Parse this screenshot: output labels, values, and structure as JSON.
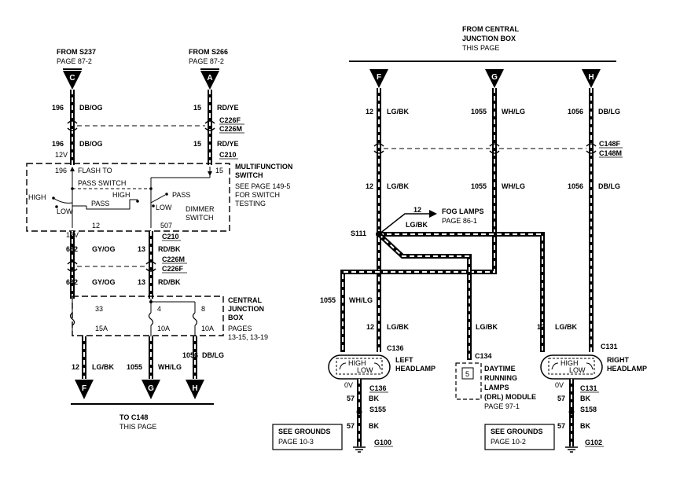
{
  "left": {
    "src_c": {
      "title": "FROM S237",
      "page": "PAGE 87-2",
      "pin": "C"
    },
    "src_a": {
      "title": "FROM S266",
      "page": "PAGE 87-2",
      "pin": "A"
    },
    "w196_top": {
      "circuit": "196",
      "color": "DB/OG"
    },
    "w15_top": {
      "circuit": "15",
      "color": "RD/YE"
    },
    "c226_top": {
      "f": "C226F",
      "m": "C226M"
    },
    "w196_mid": {
      "circuit": "196",
      "color": "DB/OG"
    },
    "w15_mid": {
      "circuit": "15",
      "color": "RD/YE"
    },
    "c210_top": "C210",
    "v12_a": "12V",
    "mfs": {
      "pin196": "196",
      "pin15": "15",
      "flash_to": "FLASH TO",
      "pass_switch": "PASS SWITCH",
      "high_l": "HIGH",
      "low_l": "LOW",
      "pass_l": "PASS",
      "high_r": "HIGH",
      "pass_r": "PASS",
      "low_r": "LOW",
      "dimmer": "DIMMER",
      "switch": "SWITCH",
      "pin12": "12",
      "pin507": "507",
      "title1": "MULTIFUNCTION",
      "title2": "SWITCH",
      "note1": "SEE PAGE 149-5",
      "note2": "FOR SWITCH",
      "note3": "TESTING"
    },
    "v12_b": "12V",
    "c210_bot": "C210",
    "w632_a": {
      "circuit": "632",
      "color": "GY/OG"
    },
    "w13_a": {
      "circuit": "13",
      "color": "RD/BK"
    },
    "c226_bot": {
      "m": "C226M",
      "f": "C226F"
    },
    "w632_b": {
      "circuit": "632",
      "color": "GY/OG"
    },
    "w13_b": {
      "circuit": "13",
      "color": "RD/BK"
    },
    "cjb": {
      "t1": "CENTRAL",
      "t2": "JUNCTION",
      "t3": "BOX",
      "t4": "PAGES",
      "t5": "13-15, 13-19",
      "f33": "33",
      "f4": "4",
      "f8": "8",
      "a15": "15A",
      "a10a": "10A",
      "a10b": "10A"
    },
    "w12_out": {
      "circuit": "12",
      "color": "LG/BK"
    },
    "w1055_out": {
      "circuit": "1055",
      "color": "WH/LG"
    },
    "w1056_out": {
      "circuit": "1056",
      "color": "DB/LG"
    },
    "out_f": "F",
    "out_g": "G",
    "out_h": "H",
    "to1": "TO C148",
    "to2": "THIS PAGE"
  },
  "right": {
    "from1": "FROM CENTRAL",
    "from2": "JUNCTION BOX",
    "from3": "THIS PAGE",
    "in_f": "F",
    "in_g": "G",
    "in_h": "H",
    "wf_top": {
      "circuit": "12",
      "color": "LG/BK"
    },
    "wg_top": {
      "circuit": "1055",
      "color": "WH/LG"
    },
    "wh_top": {
      "circuit": "1056",
      "color": "DB/LG"
    },
    "c148": {
      "f": "C148F",
      "m": "C148M"
    },
    "wf_mid": {
      "circuit": "12",
      "color": "LG/BK"
    },
    "wg_mid": {
      "circuit": "1055",
      "color": "WH/LG"
    },
    "wh_mid": {
      "circuit": "1056",
      "color": "DB/LG"
    },
    "fog": {
      "circuit": "12",
      "color": "LG/BK",
      "title": "FOG LAMPS",
      "page": "PAGE 86-1"
    },
    "s111": "S111",
    "w1055_l": {
      "circuit": "1055",
      "color": "WH/LG"
    },
    "w12_l": {
      "circuit": "12",
      "color": "LG/BK"
    },
    "w12_drl": {
      "color": "LG/BK"
    },
    "w12_r": {
      "circuit": "12",
      "color": "LG/BK"
    },
    "c136_top": "C136",
    "c134": "C134",
    "c131_top": "C131",
    "left_hl": {
      "high": "HIGH",
      "low": "LOW",
      "name1": "LEFT",
      "name2": "HEADLAMP"
    },
    "right_hl": {
      "high": "HIGH",
      "low": "LOW",
      "name1": "RIGHT",
      "name2": "HEADLAMP"
    },
    "drl": {
      "pin": "5",
      "t1": "DAYTIME",
      "t2": "RUNNING",
      "t3": "LAMPS",
      "t4": "(DRL) MODULE",
      "t5": "PAGE 97-1"
    },
    "gl": {
      "ov": "0V",
      "c136": "C136",
      "w57a": "57",
      "bk_a": "BK",
      "s155": "S155",
      "w57b": "57",
      "bk_b": "BK",
      "g100": "G100"
    },
    "gr": {
      "ov": "0V",
      "c131": "C131",
      "w57a": "57",
      "bk_a": "BK",
      "s158": "S158",
      "w57b": "57",
      "bk_b": "BK",
      "g102": "G102"
    },
    "sg_l": {
      "t": "SEE GROUNDS",
      "p": "PAGE 10-3"
    },
    "sg_r": {
      "t": "SEE GROUNDS",
      "p": "PAGE 10-2"
    }
  }
}
